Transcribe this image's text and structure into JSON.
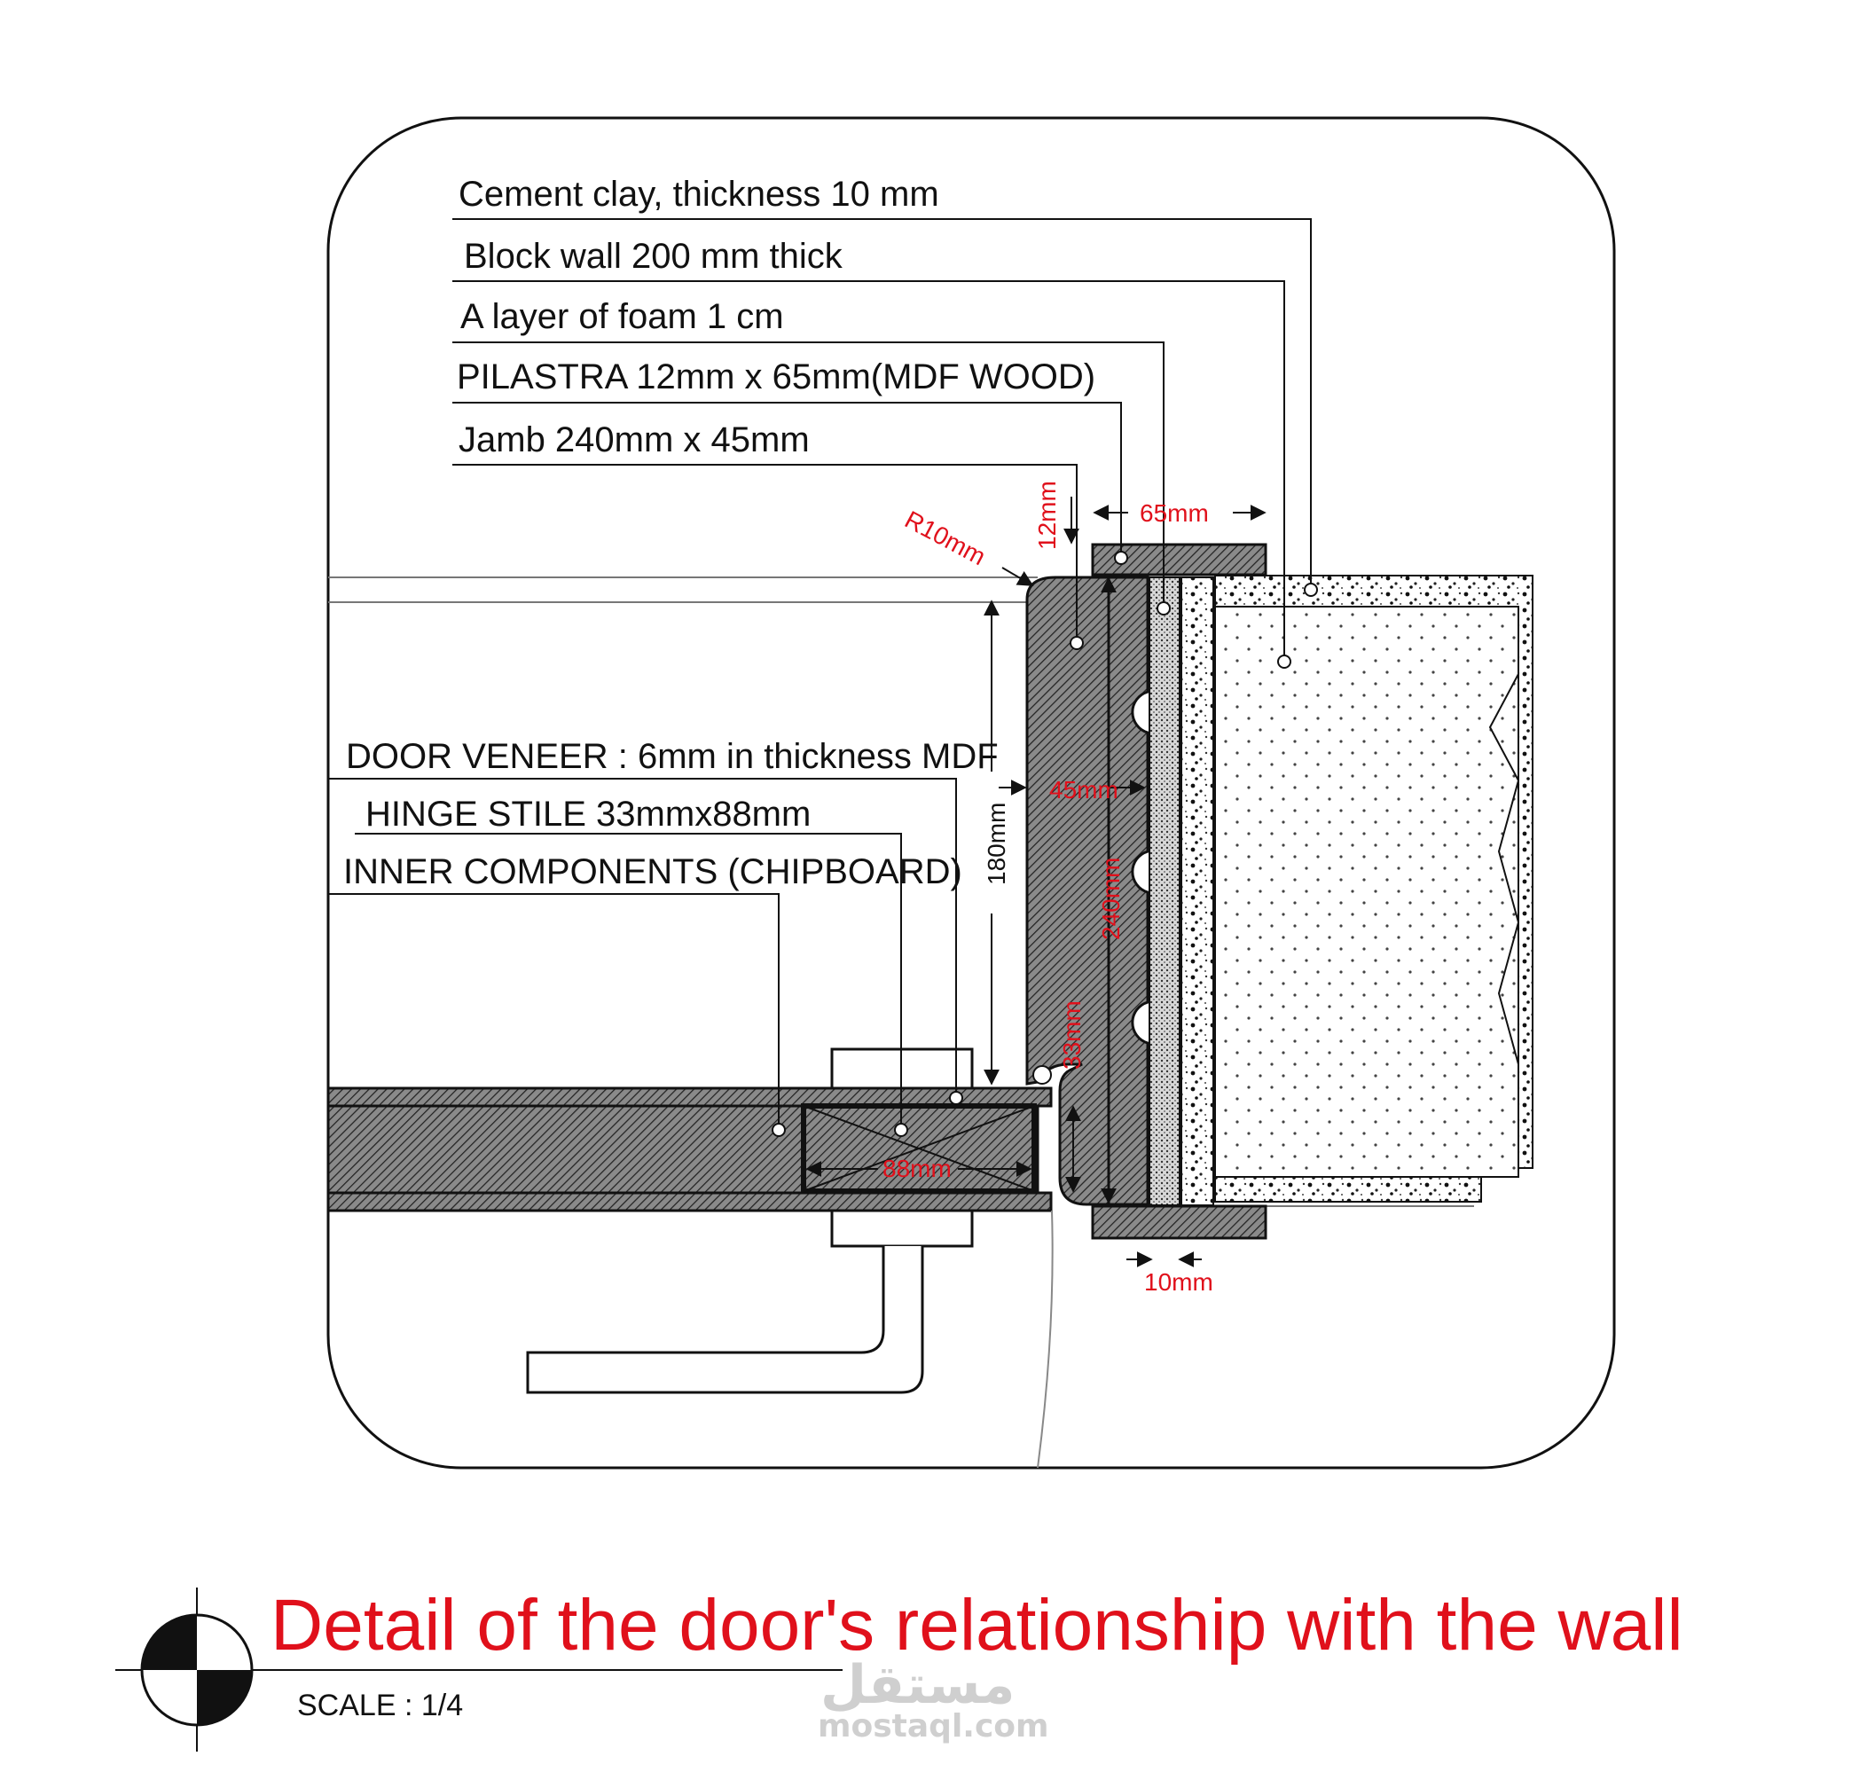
{
  "labels": {
    "cement_clay": "Cement clay, thickness 10 mm",
    "block_wall": "Block wall 200 mm thick",
    "foam": "A layer of foam 1 cm",
    "pilastra": "PILASTRA 12mm x 65mm(MDF WOOD)",
    "jamb": "Jamb 240mm x 45mm",
    "door_veneer": "DOOR VENEER : 6mm in thickness MDF",
    "hinge_stile": "HINGE STILE 33mmx88mm",
    "inner_components": "INNER COMPONENTS (CHIPBOARD)"
  },
  "dimensions": {
    "r10": "R10mm",
    "d12": "12mm",
    "d65": "65mm",
    "d45": "45mm",
    "d180": "180mm",
    "d240": "240mm",
    "d33": "33mm",
    "d88": "88mm",
    "d10": "10mm"
  },
  "title": {
    "main": "Detail of the door's relationship with the wall",
    "scale": "SCALE : 1/4"
  },
  "watermark": {
    "arabic": "مستقل",
    "url": "mostaql.com"
  },
  "colors": {
    "accent_red": "#e0101b",
    "line": "#111111"
  }
}
